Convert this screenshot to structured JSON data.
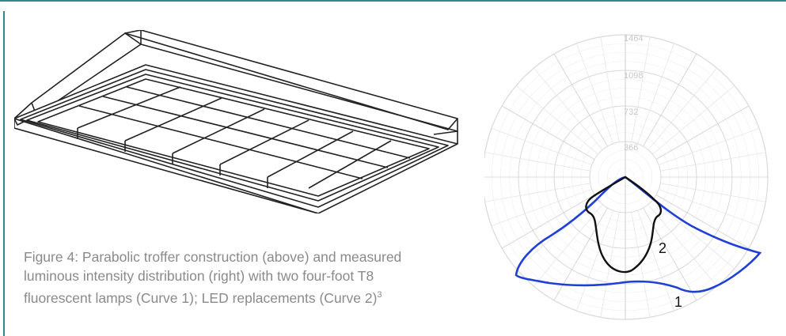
{
  "caption": {
    "line1": "Figure 4: Parabolic troffer construction (above) and measured",
    "line2": "luminous intensity distribution (right) with two four-foot T8",
    "line3": "fluorescent lamps (Curve 1); LED replacements (Curve 2)",
    "footnote": "3"
  },
  "polar_chart": {
    "ticks": [
      "366",
      "732",
      "1098",
      "1464"
    ],
    "curve_labels": [
      "1",
      "2"
    ],
    "colors": {
      "curve1": "#1f3fd6",
      "curve2": "#111111",
      "grid": "#d9d9d9",
      "frame": "#2a8c8c"
    }
  }
}
